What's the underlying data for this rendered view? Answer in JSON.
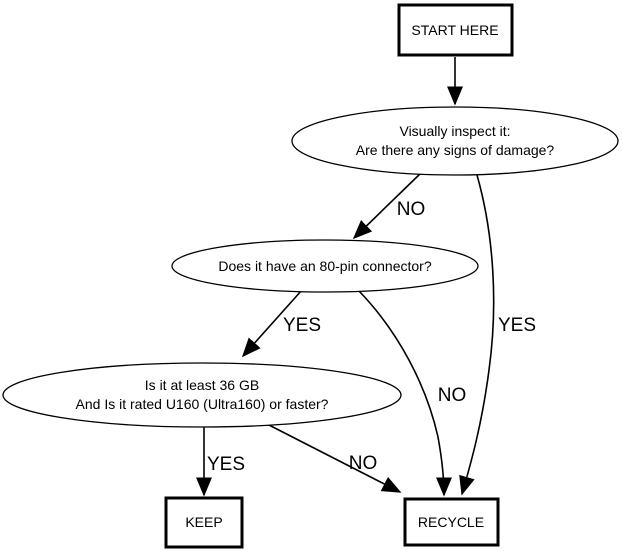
{
  "diagram": {
    "type": "flowchart",
    "colors": {
      "background": "#ffffff",
      "line": "#000000",
      "node_fill": "#ffffff",
      "text": "#000000"
    },
    "nodes": {
      "start": {
        "shape": "box",
        "label": "START HERE"
      },
      "inspect": {
        "shape": "ellipse",
        "line1": "Visually inspect it:",
        "line2": "Are there any signs of damage?"
      },
      "connector": {
        "shape": "ellipse",
        "label": "Does it have an 80-pin connector?"
      },
      "capacity": {
        "shape": "ellipse",
        "line1": "Is it at least 36 GB",
        "line2": "And Is it rated U160 (Ultra160) or faster?"
      },
      "keep": {
        "shape": "box",
        "label": "KEEP"
      },
      "recycle": {
        "shape": "box",
        "label": "RECYCLE"
      }
    },
    "edges": {
      "start_to_inspect": {
        "from": "start",
        "to": "inspect",
        "label": ""
      },
      "inspect_no": {
        "from": "inspect",
        "to": "connector",
        "label": "NO"
      },
      "inspect_yes": {
        "from": "inspect",
        "to": "recycle",
        "label": "YES"
      },
      "connector_yes": {
        "from": "connector",
        "to": "capacity",
        "label": "YES"
      },
      "connector_no": {
        "from": "connector",
        "to": "recycle",
        "label": "NO"
      },
      "capacity_yes": {
        "from": "capacity",
        "to": "keep",
        "label": "YES"
      },
      "capacity_no": {
        "from": "capacity",
        "to": "recycle",
        "label": "NO"
      }
    }
  }
}
